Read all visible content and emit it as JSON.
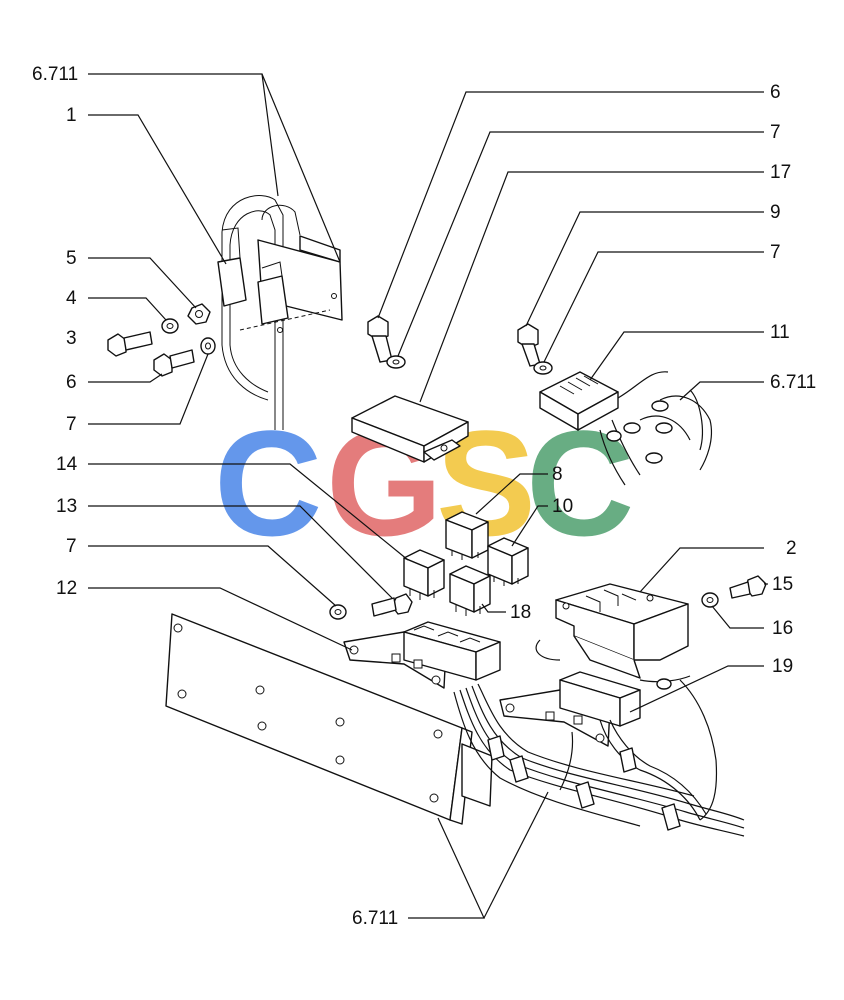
{
  "labels": {
    "ref_top_left": "6.711",
    "l1": "1",
    "l5": "5",
    "l4": "4",
    "l3": "3",
    "l6_left": "6",
    "l7_left": "7",
    "l6_right": "6",
    "l7_right_a": "7",
    "l17": "17",
    "l9": "9",
    "l7_right_b": "7",
    "l11": "11",
    "ref_right": "6.711",
    "l14": "14",
    "l8": "8",
    "l10": "10",
    "l13": "13",
    "l7_mid": "7",
    "l2": "2",
    "l12": "12",
    "l18": "18",
    "l15": "15",
    "l16": "16",
    "l19": "19",
    "ref_bottom": "6.711"
  },
  "watermark": {
    "letters": [
      "C",
      "G",
      "S",
      "C"
    ],
    "colors": [
      "#4a86e8",
      "#e06666",
      "#f1c232",
      "#4e9f6e"
    ]
  }
}
